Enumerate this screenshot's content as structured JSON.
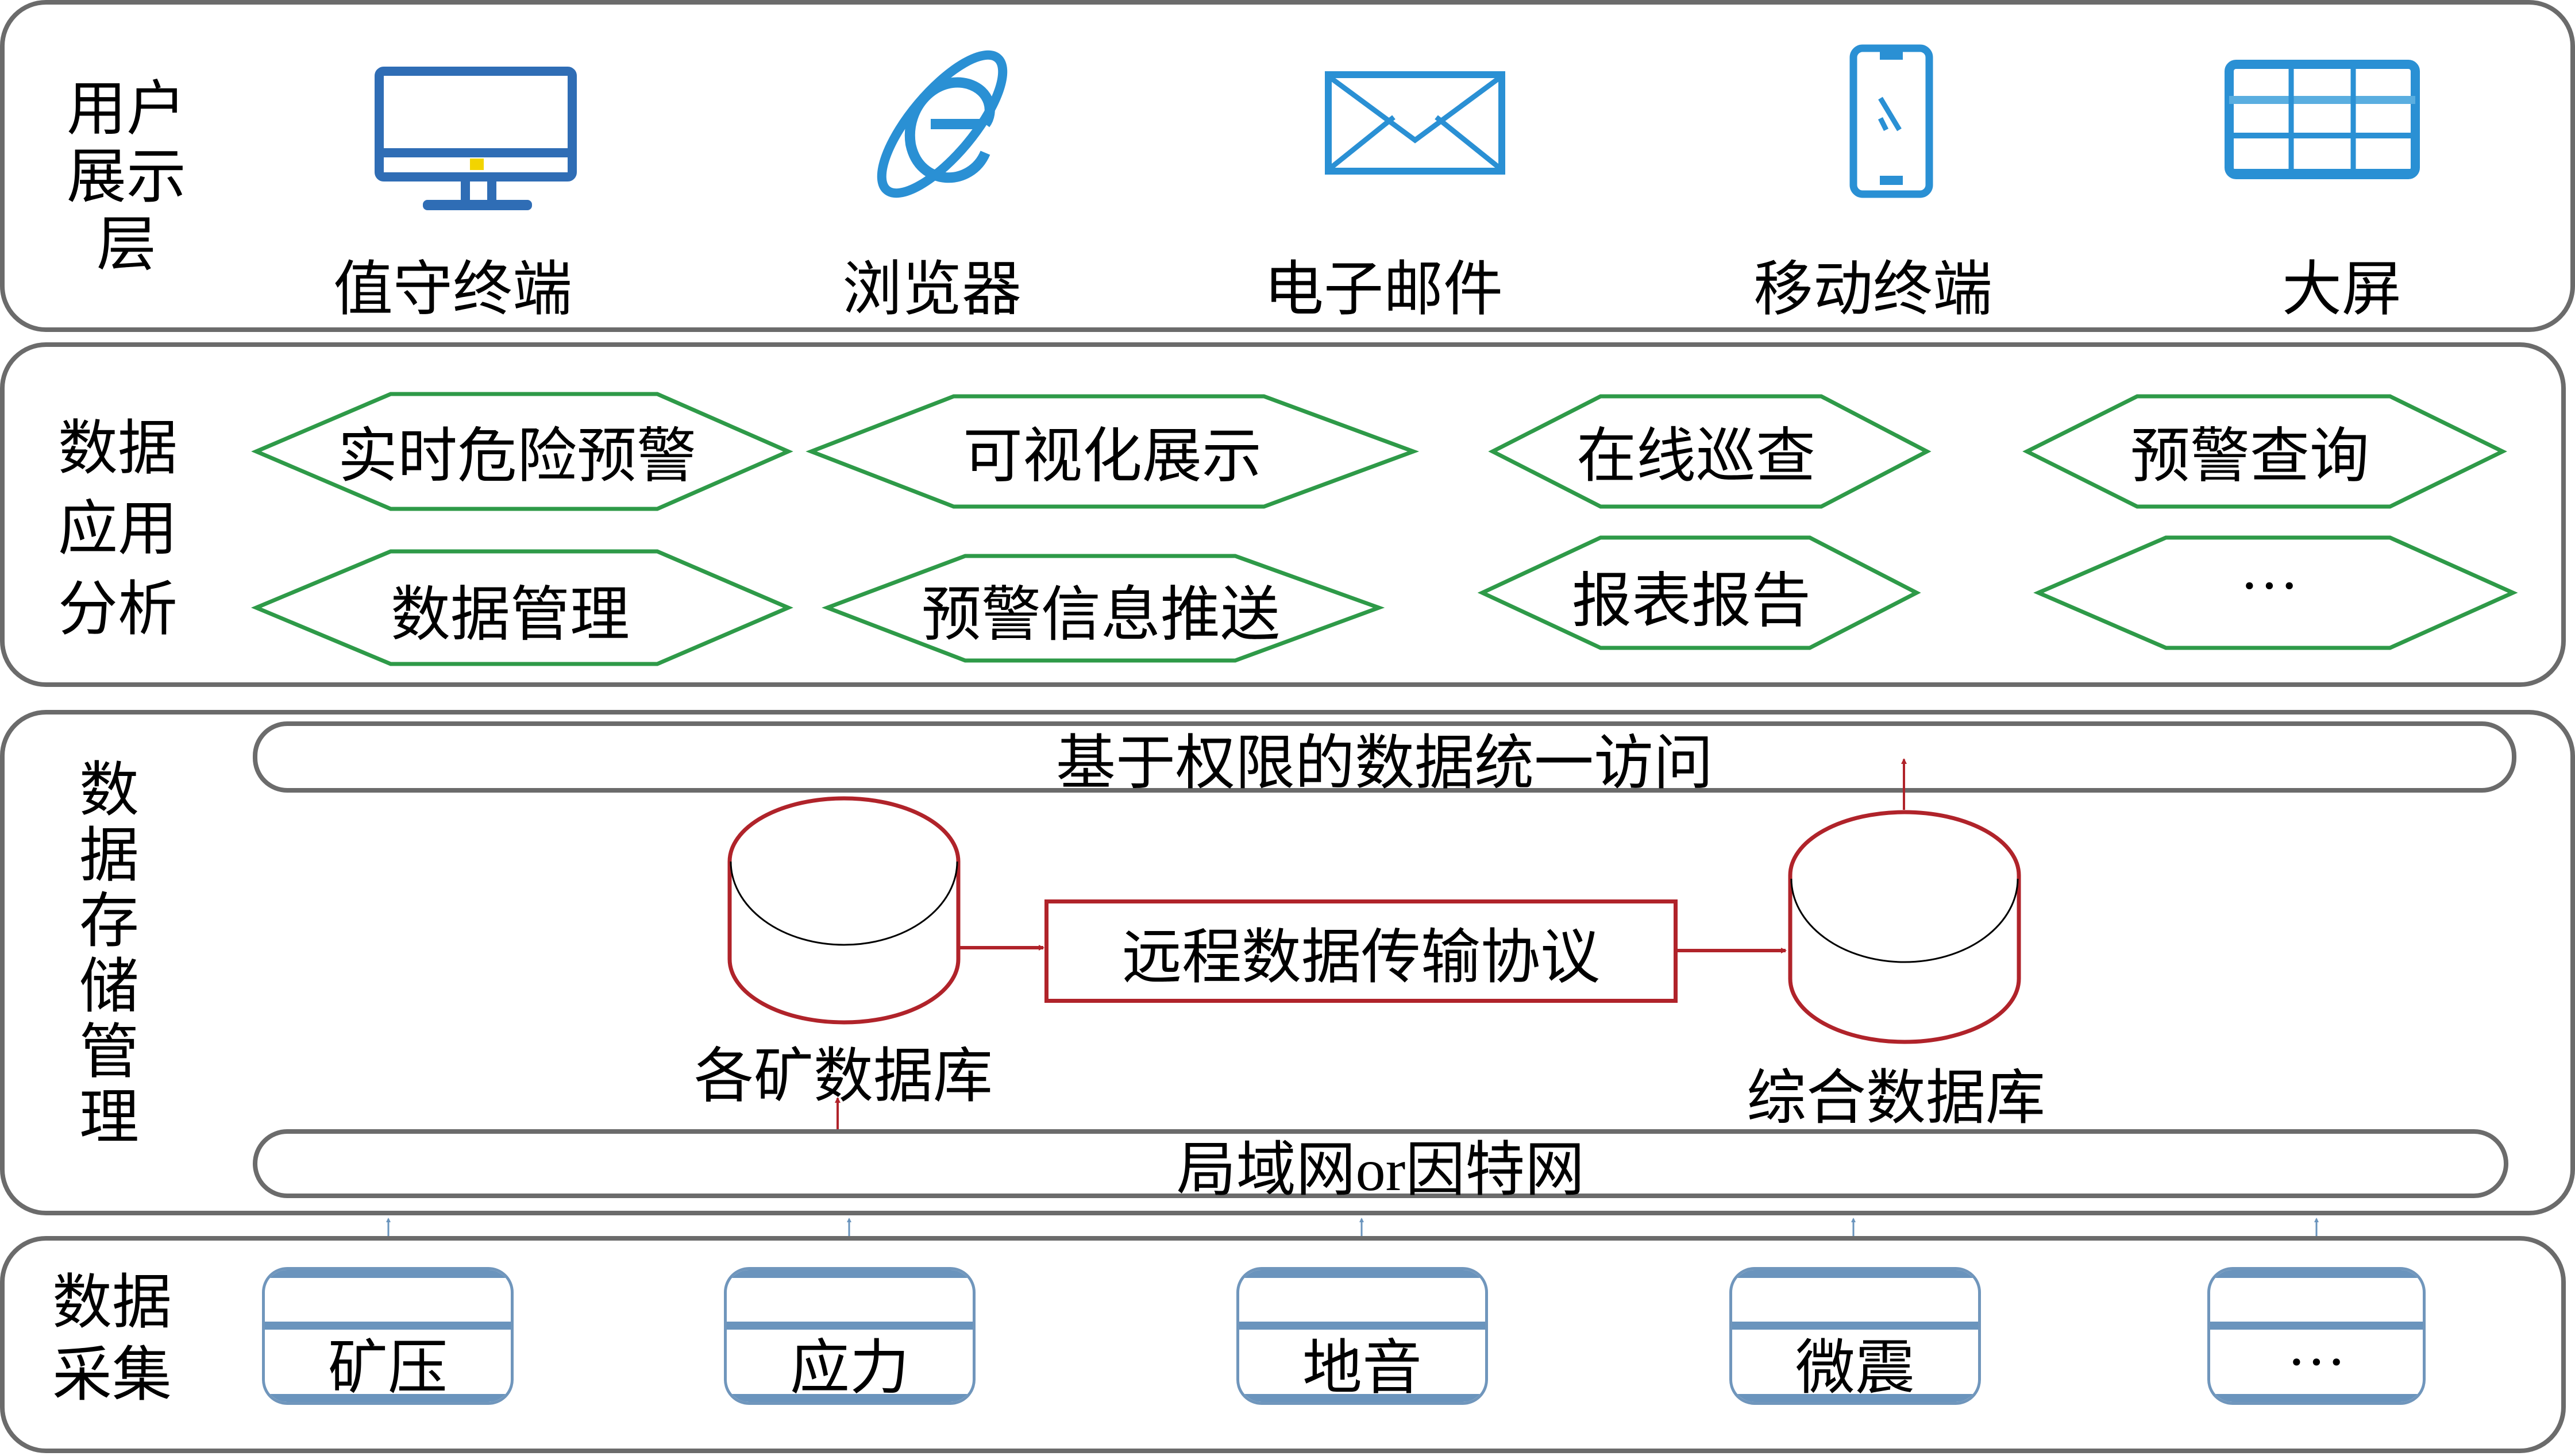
{
  "layers": {
    "presentation": {
      "label": "用户\n展示层",
      "label_lines": [
        "用户",
        "展示层"
      ],
      "terminals": [
        {
          "label": "值守终端",
          "icon": "desktop-monitor-icon"
        },
        {
          "label": "浏览器",
          "icon": "browser-ie-icon"
        },
        {
          "label": "电子邮件",
          "icon": "email-envelope-icon"
        },
        {
          "label": "移动终端",
          "icon": "mobile-phone-icon"
        },
        {
          "label": "大屏",
          "icon": "big-screen-grid-icon"
        }
      ]
    },
    "application": {
      "label_lines": [
        "数据",
        "应用",
        "分析"
      ],
      "functions": [
        {
          "label": "实时危险预警"
        },
        {
          "label": "可视化展示"
        },
        {
          "label": "在线巡查"
        },
        {
          "label": "预警查询"
        },
        {
          "label": "数据管理"
        },
        {
          "label": "预警信息推送"
        },
        {
          "label": "报表报告"
        },
        {
          "label": "···"
        }
      ]
    },
    "storage": {
      "label_lines": [
        "数",
        "据",
        "存",
        "储",
        "管",
        "理"
      ],
      "unified_access": "基于权限的数据统一访问",
      "mine_db": "各矿数据库",
      "protocol": "远程数据传输协议",
      "central_db": "综合数据库",
      "network": "局域网or因特网"
    },
    "collection": {
      "label_lines": [
        "数据",
        "采集"
      ],
      "sensors": [
        {
          "label": "矿压"
        },
        {
          "label": "应力"
        },
        {
          "label": "地音"
        },
        {
          "label": "微震"
        },
        {
          "label": "···"
        }
      ]
    }
  },
  "colors": {
    "layer_border": "#6b6b6b",
    "icon_blue": "#2a90d4",
    "hex_green": "#2e9a48",
    "db_red": "#b0232a",
    "sensor_blue": "#7096bc"
  }
}
